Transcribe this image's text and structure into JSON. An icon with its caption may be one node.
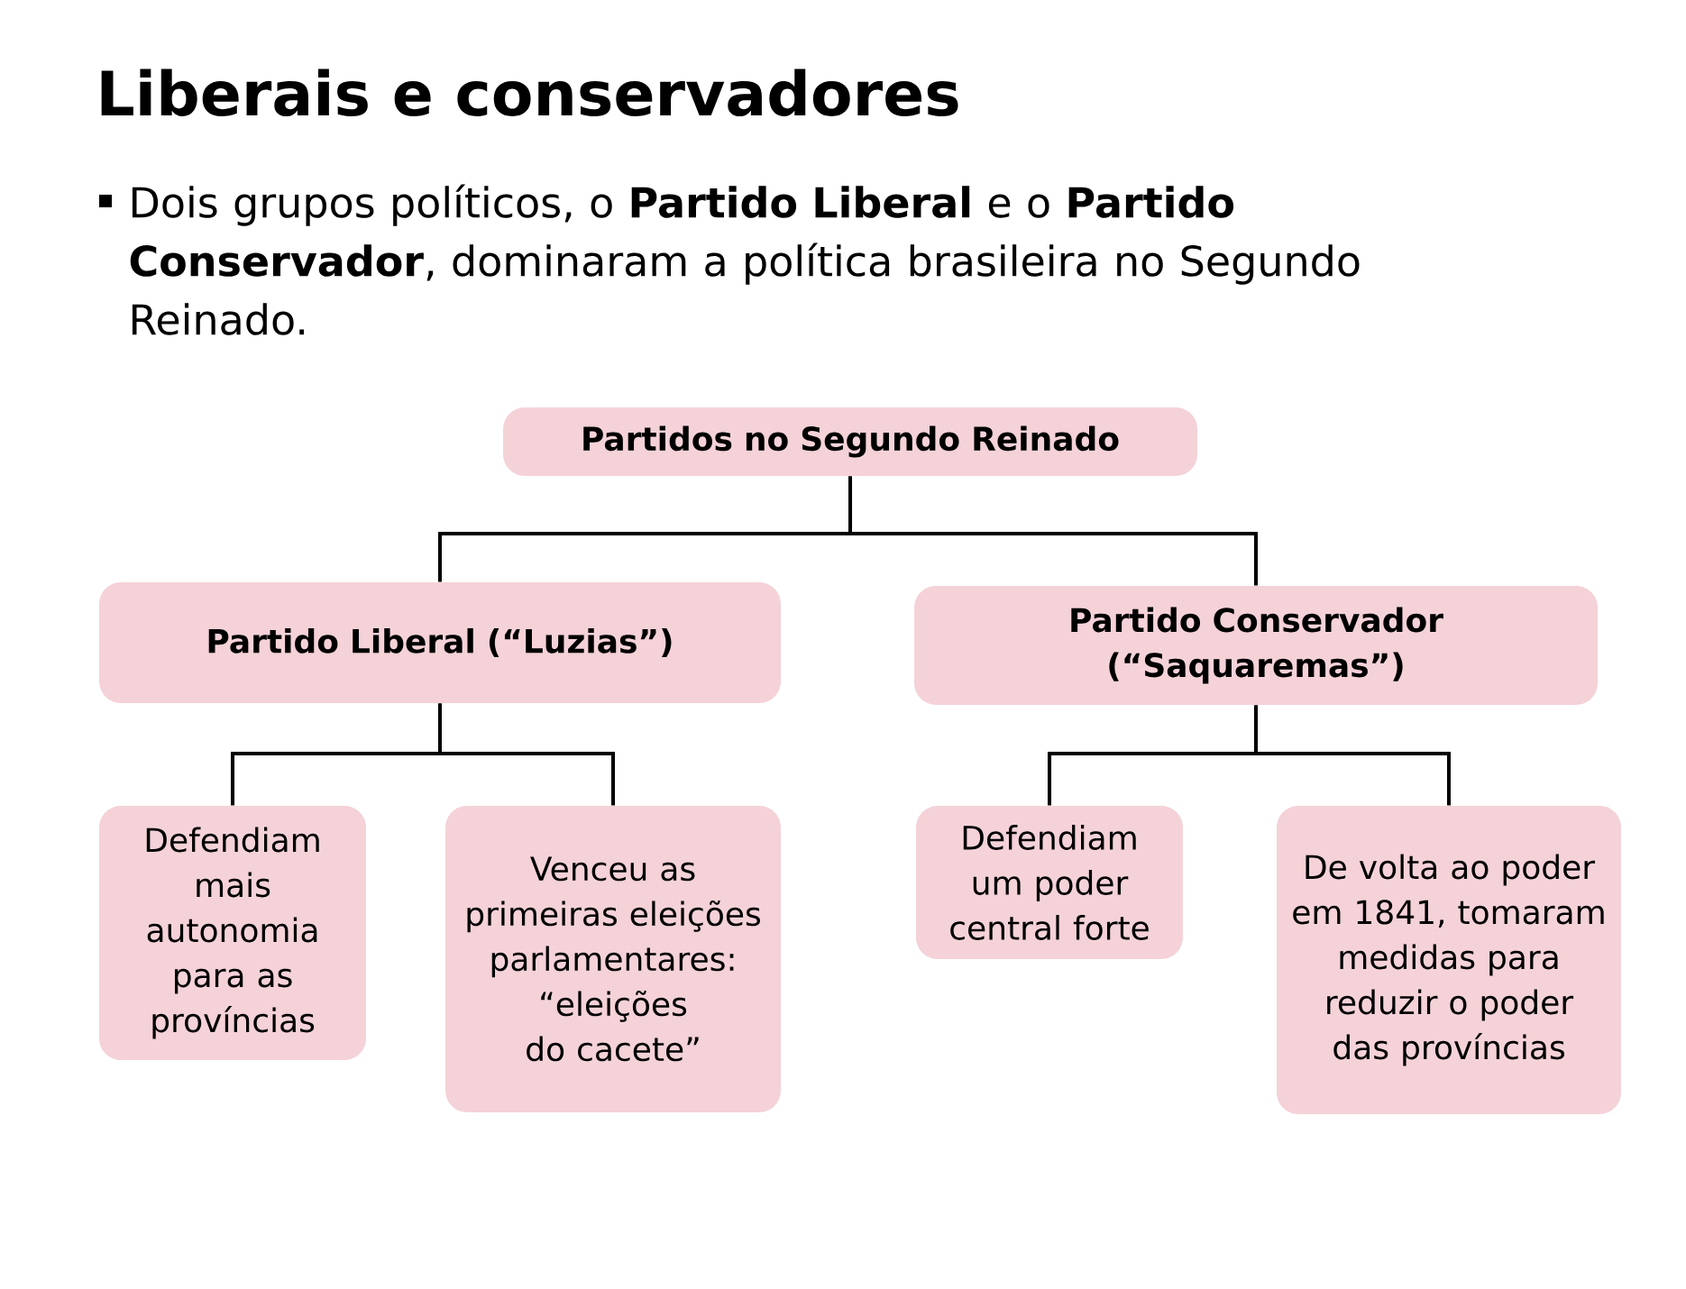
{
  "diagram": {
    "title": "Liberais e conservadores",
    "nodes": [
      {
        "text": [
          "Partidos no Segundo Reinado"
        ]
      },
      {
        "text": [
          "Partido Liberal (“Luzias”)"
        ]
      },
      {
        "text": [
          "Partido Conservador (“Saquaremas”)"
        ]
      },
      {
        "text": [
          "Defendiam mais autonomia para as províncias"
        ]
      },
      {
        "text": [
          "Venceu as primeiras eleições parlamentares: “eleições do cacete”"
        ]
      },
      {
        "text": [
          "Defendiam um poder central forte"
        ]
      },
      {
        "text": [
          "De volta ao poder em 1841, tomaram medidas para reduzir o poder das províncias"
        ]
      }
    ],
    "edges": [
      {
        "from": 0,
        "to": 1,
        "arrow": "none"
      },
      {
        "from": 0,
        "to": 2,
        "arrow": "none"
      },
      {
        "from": 1,
        "to": 3,
        "arrow": "none"
      },
      {
        "from": 1,
        "to": 4,
        "arrow": "none"
      },
      {
        "from": 2,
        "to": 5,
        "arrow": "none"
      },
      {
        "from": 2,
        "to": 6,
        "arrow": "none"
      }
    ],
    "labels": [
      "Dois grupos políticos, o **Partido Liberal** e o **Partido Conservador**, dominaram a política brasileira no Segundo Reinado."
    ]
  }
}
